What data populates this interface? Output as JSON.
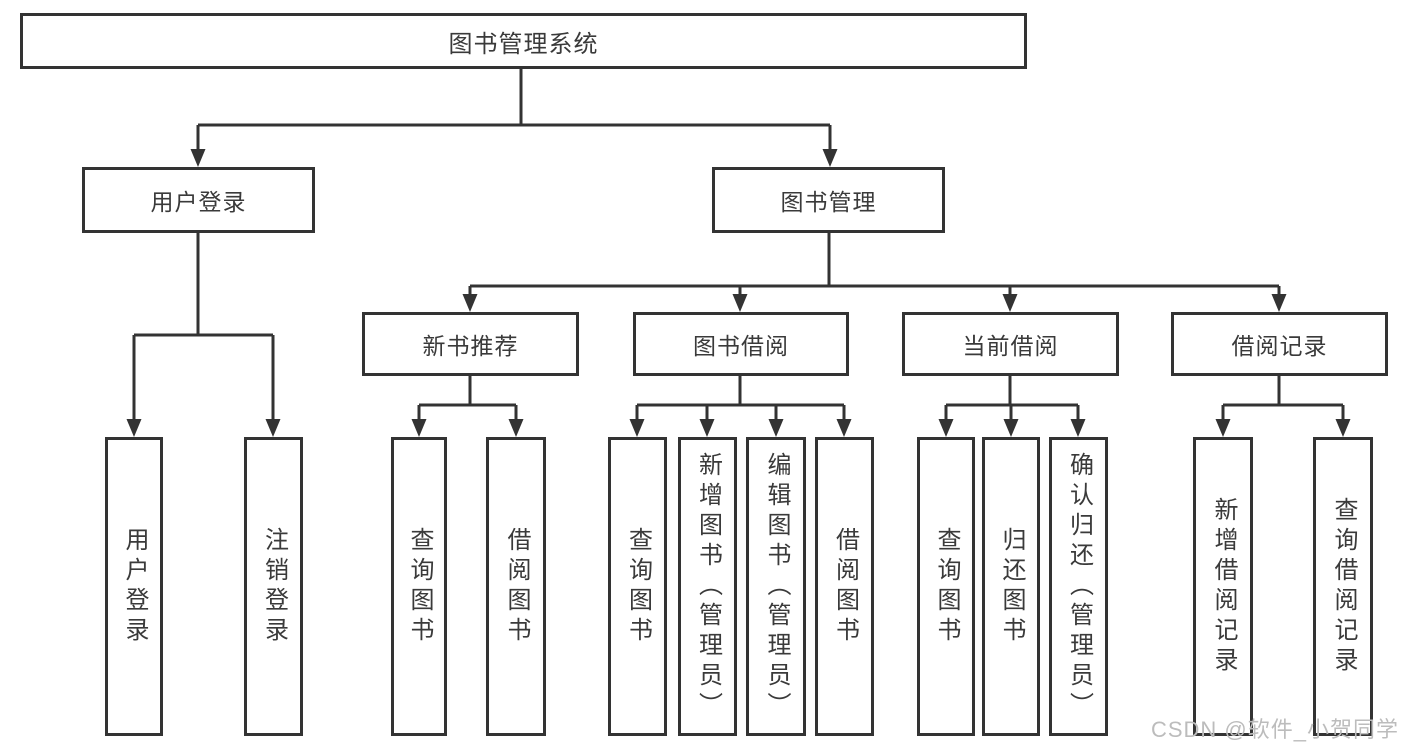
{
  "tree": {
    "root": {
      "label": "图书管理系统"
    },
    "branches": [
      {
        "label": "用户登录",
        "children": [
          {
            "label": "用户登录"
          },
          {
            "label": "注销登录"
          }
        ]
      },
      {
        "label": "图书管理",
        "children": [
          {
            "label": "新书推荐",
            "children": [
              {
                "label": "查询图书"
              },
              {
                "label": "借阅图书"
              }
            ]
          },
          {
            "label": "图书借阅",
            "children": [
              {
                "label": "查询图书"
              },
              {
                "label": "新增图书（管理员）"
              },
              {
                "label": "编辑图书（管理员）"
              },
              {
                "label": "借阅图书"
              }
            ]
          },
          {
            "label": "当前借阅",
            "children": [
              {
                "label": "查询图书"
              },
              {
                "label": "归还图书"
              },
              {
                "label": "确认归还（管理员）"
              }
            ]
          },
          {
            "label": "借阅记录",
            "children": [
              {
                "label": "新增借阅记录"
              },
              {
                "label": "查询借阅记录"
              }
            ]
          }
        ]
      }
    ]
  },
  "colors": {
    "line": "#333333",
    "text": "#3a3a3a",
    "watermark": "#bcbcbc",
    "background": "#ffffff"
  },
  "watermark": "CSDN @软件_小贺同学"
}
